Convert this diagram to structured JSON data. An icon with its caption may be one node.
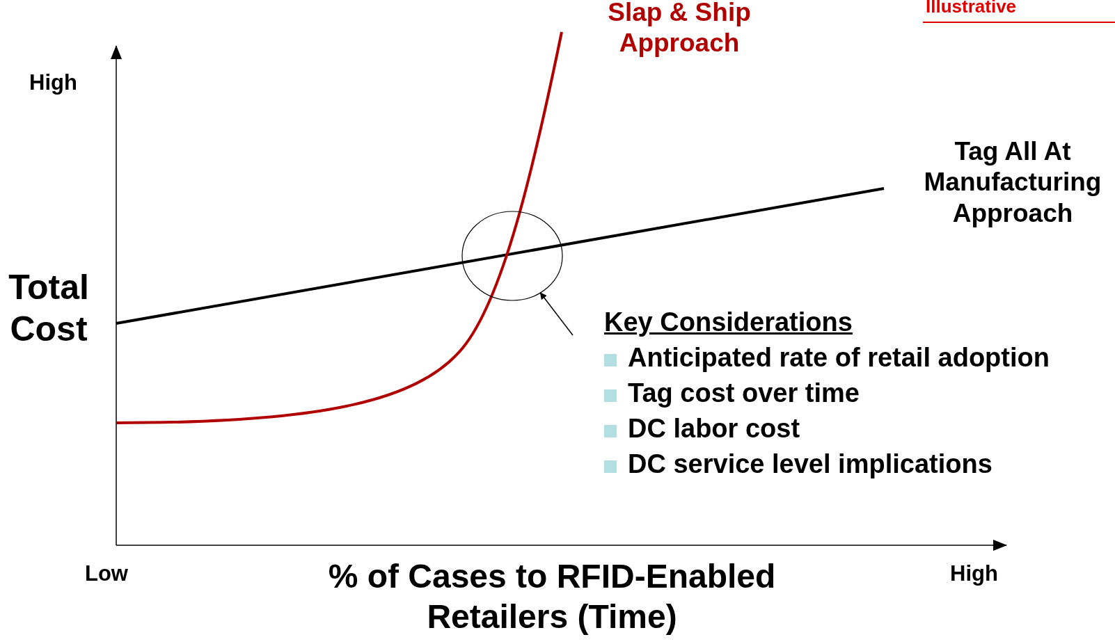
{
  "diagram": {
    "nodes": [
      {
        "text": [
          "Key Considerations",
          "Anticipated rate of retail adoption",
          "Tag cost over time",
          "DC labor cost",
          "DC service level implications"
        ]
      },
      {
        "text": [],
        "shape": "circle"
      }
    ],
    "edges": [
      {
        "from": 0,
        "to": 1,
        "arrow": "to"
      }
    ],
    "labels": [
      "Illustrative",
      "Slap & Ship Approach",
      "Tag All At Manufacturing Approach",
      "High",
      "Total Cost",
      "Low",
      "% of Cases to RFID-Enabled Retailers (Time)",
      "High"
    ]
  }
}
